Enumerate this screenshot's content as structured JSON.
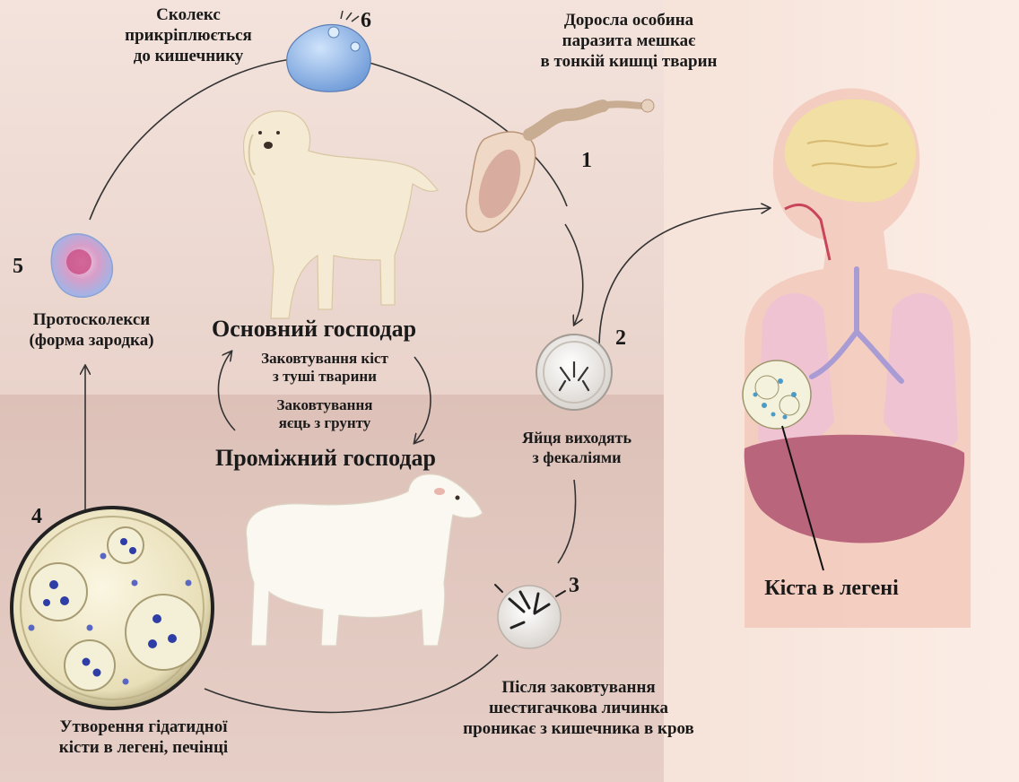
{
  "steps": {
    "s1": {
      "number": "1",
      "label_l1": "Доросла особина",
      "label_l2": "паразита мешкає",
      "label_l3": "в тонкій кишці тварин"
    },
    "s2": {
      "number": "2",
      "label_l1": "Яйця виходять",
      "label_l2": "з фекаліями"
    },
    "s3": {
      "number": "3",
      "label_l1": "Після заковтування",
      "label_l2": "шестигачкова личинка",
      "label_l3": "проникає з кишечника в кров"
    },
    "s4": {
      "number": "4",
      "label_l1": "Утворення гідатидної",
      "label_l2": "кісти в легені, печінці"
    },
    "s5": {
      "number": "5",
      "label_l1": "Протосколекси",
      "label_l2": "(форма зародка)"
    },
    "s6": {
      "number": "6",
      "label_l1": "Сколекс",
      "label_l2": "прикріплюється",
      "label_l3": "до кишечнику"
    }
  },
  "hosts": {
    "main": "Основний господар",
    "intermediate": "Проміжний господар",
    "cysts_swallow_l1": "Заковтування кіст",
    "cysts_swallow_l2": "з туші тварини",
    "eggs_swallow_l1": "Заковтування",
    "eggs_swallow_l2": "яєць з грунту"
  },
  "human": {
    "cyst_label": "Кіста в легені"
  },
  "icons": [
    "scolex-icon",
    "tapeworm-icon",
    "egg-icon",
    "larva-icon",
    "hydatid-cyst-icon",
    "protoscolex-icon",
    "dog-icon",
    "sheep-icon",
    "human-silhouette-icon",
    "lung-cyst-icon"
  ],
  "colors": {
    "bg_top": "#f3e3dc",
    "bg_bottom": "#ddc1b8",
    "bg_right": "#f6e3d9",
    "cyst_blue": "#2e3ea6",
    "scolex_blue": "#8ab4e6"
  }
}
